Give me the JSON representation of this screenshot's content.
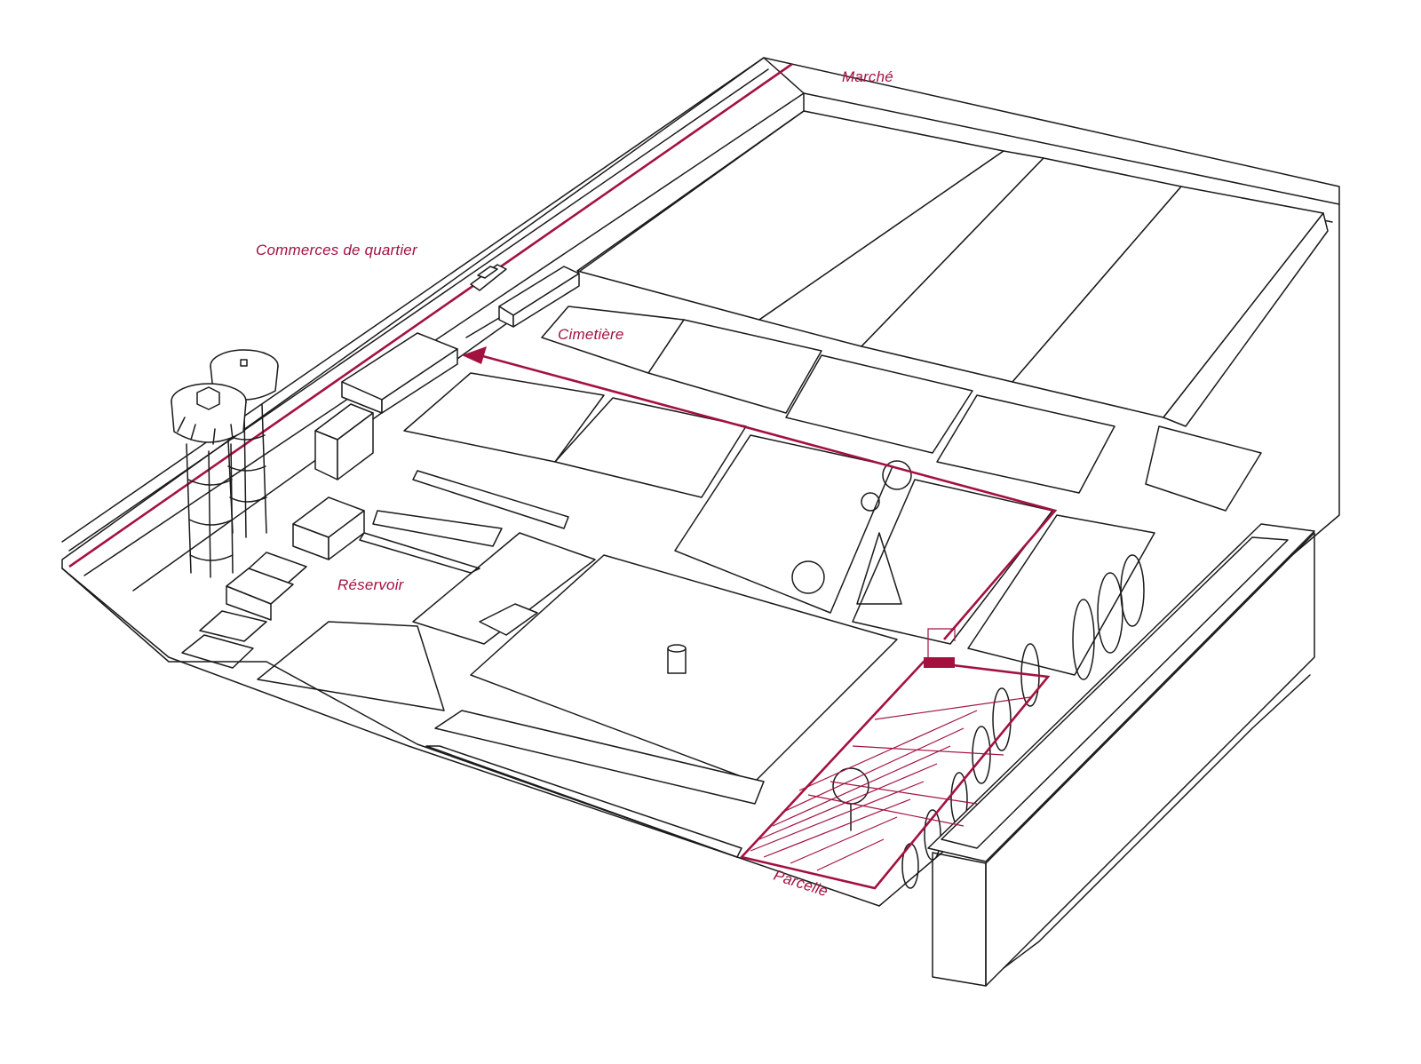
{
  "colors": {
    "accent": "#a3123f",
    "ink": "#1a1a1a",
    "background": "#ffffff"
  },
  "labels": {
    "marche": "Marché",
    "commerces": "Commerces de quartier",
    "cimetiere": "Cimetière",
    "reservoir": "Réservoir",
    "parcelle": "Parcelle"
  }
}
